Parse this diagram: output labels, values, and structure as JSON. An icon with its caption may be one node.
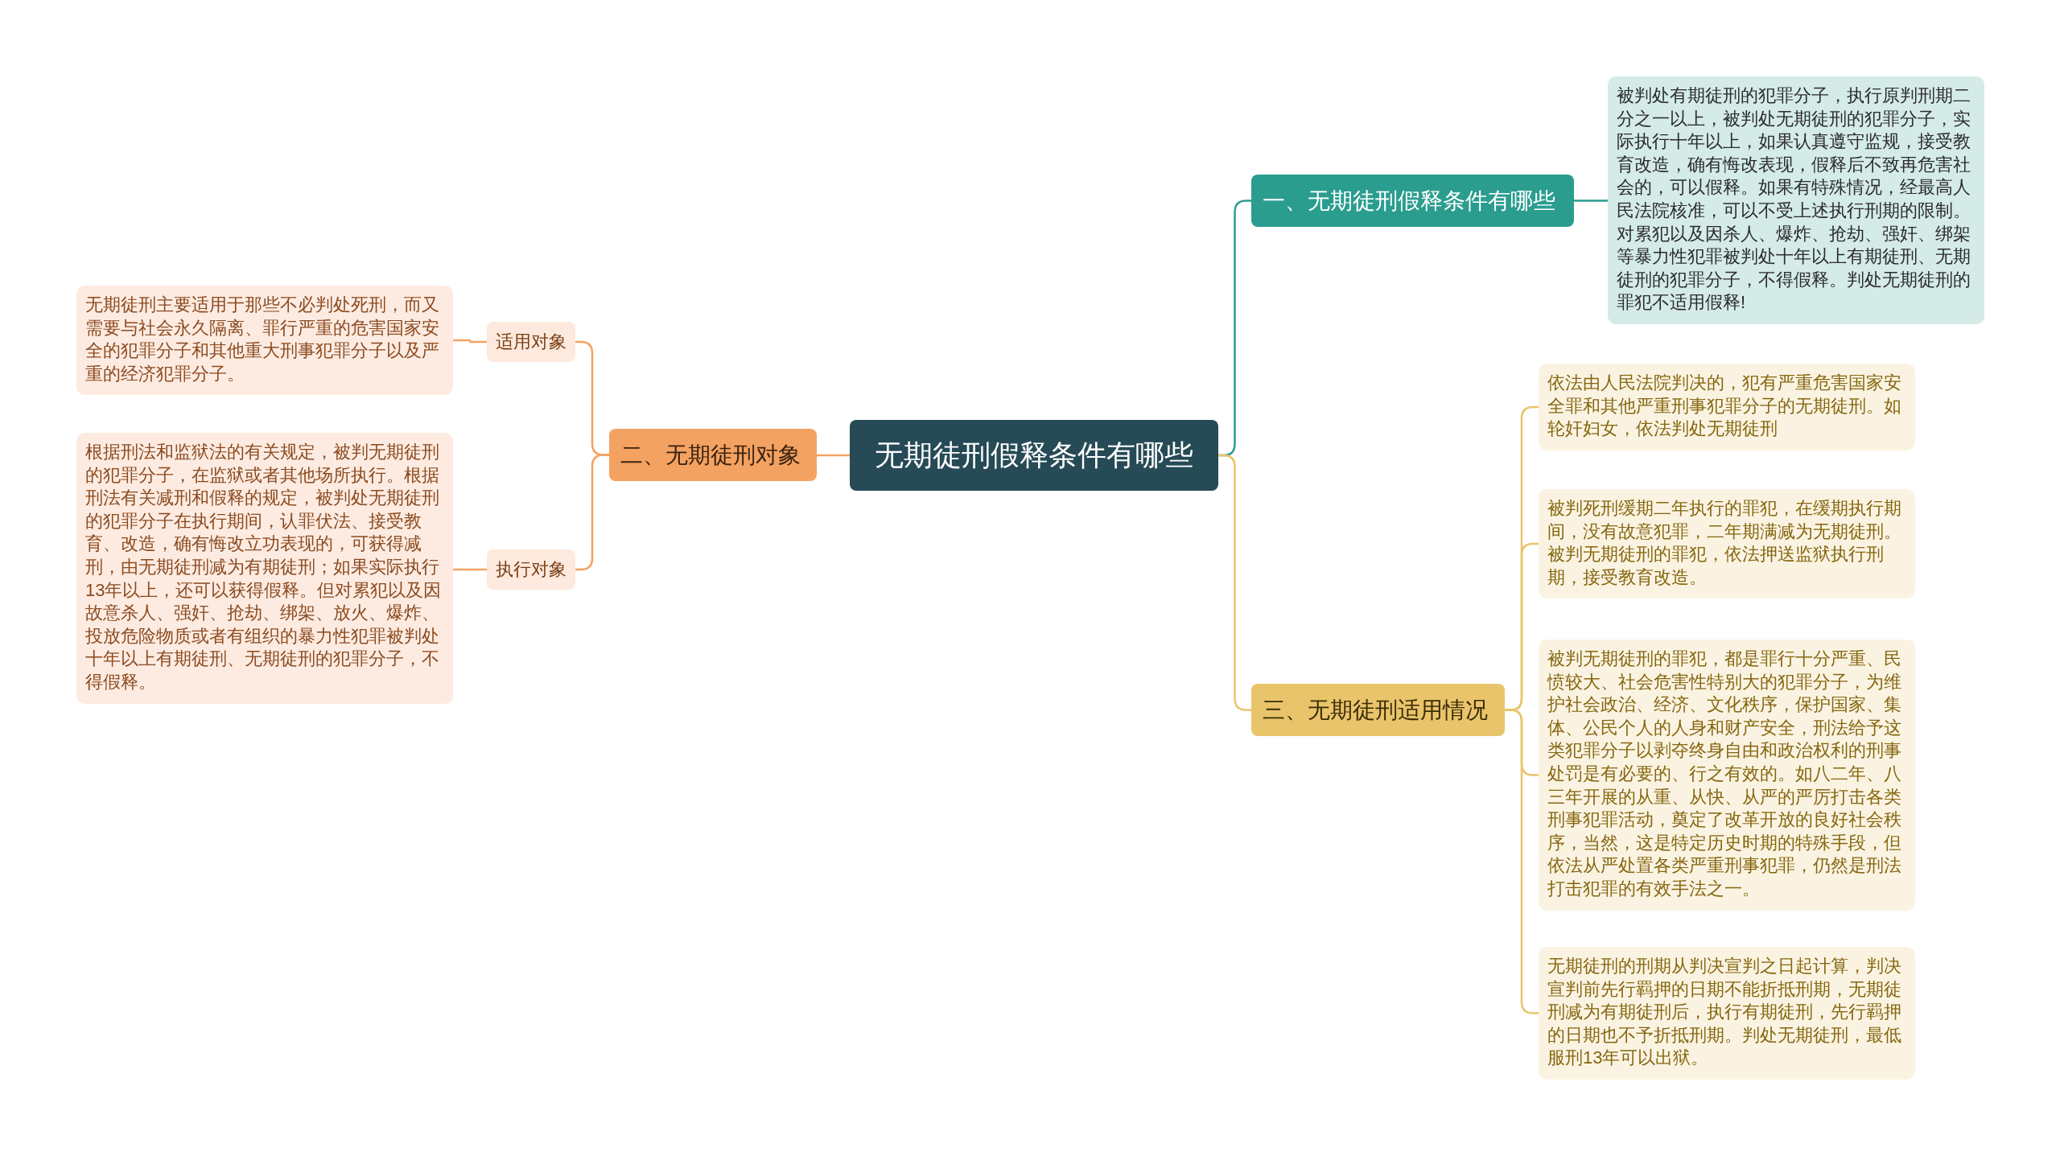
{
  "diagram": {
    "nodes": [
      {
        "text": [
          "无期徒刑假释条件有哪些"
        ]
      },
      {
        "text": [
          "一、无期徒刑假释条件有哪些"
        ]
      },
      {
        "text": [
          "被判处有期徒刑的犯罪分子，执行原判刑期二分之一以上，被判处无期徒刑的犯罪分子，实际执行十年以上，如果认真遵守监规，接受教育改造，确有悔改表现，假释后不致再危害社会的，可以假释。如果有特殊情况，经最高人民法院核准，可以不受上述执行刑期的限制。对累犯以及因杀人、爆炸、抢劫、强奸、绑架等暴力性犯罪被判处十年以上有期徒刑、无期徒刑的犯罪分子，不得假释。判处无期徒刑的罪犯不适用假释!"
        ]
      },
      {
        "text": [
          "二、无期徒刑对象"
        ]
      },
      {
        "text": [
          "适用对象"
        ]
      },
      {
        "text": [
          "无期徒刑主要适用于那些不必判处死刑，而又需要与社会永久隔离、罪行严重的危害国家安全的犯罪分子和其他重大刑事犯罪分子以及严重的经济犯罪分子。"
        ]
      },
      {
        "text": [
          "执行对象"
        ]
      },
      {
        "text": [
          "根据刑法和监狱法的有关规定，被判无期徒刑的犯罪分子，在监狱或者其他场所执行。根据刑法有关减刑和假释的规定，被判处无期徒刑的犯罪分子在执行期间，认罪伏法、接受教育、改造，确有悔改立功表现的，可获得减刑，由无期徒刑减为有期徒刑；如果实际执行13年以上，还可以获得假释。但对累犯以及因故意杀人、强奸、抢劫、绑架、放火、爆炸、投放危险物质或者有组织的暴力性犯罪被判处十年以上有期徒刑、无期徒刑的犯罪分子，不得假释。"
        ]
      },
      {
        "text": [
          "三、无期徒刑适用情况"
        ]
      },
      {
        "text": [
          "依法由人民法院判决的，犯有严重危害国家安全罪和其他严重刑事犯罪分子的无期徒刑。如轮奸妇女，依法判处无期徒刑"
        ]
      },
      {
        "text": [
          "被判死刑缓期二年执行的罪犯，在缓期执行期间，没有故意犯罪，二年期满减为无期徒刑。被判无期徒刑的罪犯，依法押送监狱执行刑期，接受教育改造。"
        ]
      },
      {
        "text": [
          "被判无期徒刑的罪犯，都是罪行十分严重、民愤较大、社会危害性特别大的犯罪分子，为维护社会政治、经济、文化秩序，保护国家、集体、公民个人的人身和财产安全，刑法给予这类犯罪分子以剥夺终身自由和政治权利的刑事处罚是有必要的、行之有效的。如八二年、八三年开展的从重、从快、从严的严厉打击各类刑事犯罪活动，奠定了改革开放的良好社会秩序，当然，这是特定历史时期的特殊手段，但依法从严处置各类严重刑事犯罪，仍然是刑法打击犯罪的有效手法之一。"
        ]
      },
      {
        "text": [
          "无期徒刑的刑期从判决宣判之日起计算，判决宣判前先行羁押的日期不能折抵刑期，无期徒刑减为有期徒刑后，执行有期徒刑，先行羁押的日期也不予折抵刑期。判处无期徒刑，最低服刑13年可以出狱。"
        ]
      }
    ],
    "edges": [
      {
        "from": 0,
        "to": 1,
        "arrow": "none",
        "color": "#2a9d8f"
      },
      {
        "from": 1,
        "to": 2,
        "arrow": "none",
        "color": "#2a9d8f"
      },
      {
        "from": 0,
        "to": 3,
        "arrow": "none",
        "color": "#f4a261"
      },
      {
        "from": 3,
        "to": 4,
        "arrow": "none",
        "color": "#f4a261"
      },
      {
        "from": 4,
        "to": 5,
        "arrow": "none",
        "color": "#f4a261"
      },
      {
        "from": 3,
        "to": 6,
        "arrow": "none",
        "color": "#f4a261"
      },
      {
        "from": 6,
        "to": 7,
        "arrow": "none",
        "color": "#f4a261"
      },
      {
        "from": 0,
        "to": 8,
        "arrow": "none",
        "color": "#e9c46a"
      },
      {
        "from": 8,
        "to": 9,
        "arrow": "none",
        "color": "#e9c46a"
      },
      {
        "from": 8,
        "to": 10,
        "arrow": "none",
        "color": "#e9c46a"
      },
      {
        "from": 8,
        "to": 11,
        "arrow": "none",
        "color": "#e9c46a"
      },
      {
        "from": 8,
        "to": 12,
        "arrow": "none",
        "color": "#e9c46a"
      }
    ]
  }
}
